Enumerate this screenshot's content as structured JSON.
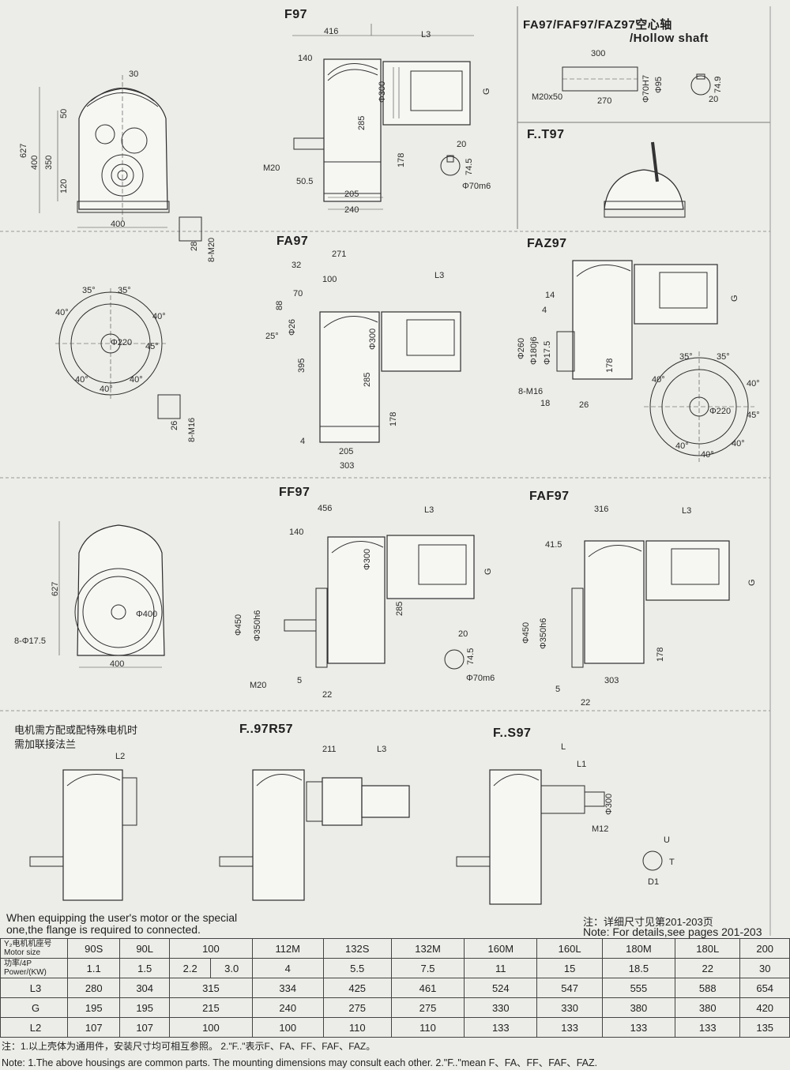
{
  "titles": {
    "f97": "F97",
    "hollow_line1": "FA97/FAF97/FAZ97空心轴",
    "hollow_line2": "/Hollow shaft",
    "ft97": "F..T97",
    "fa97": "FA97",
    "faz97": "FAZ97",
    "ff97": "FF97",
    "faf97": "FAF97",
    "fr57": "F..97R57",
    "fs97": "F..S97"
  },
  "dims": {
    "f97_front": [
      "30",
      "50",
      "627",
      "400",
      "350",
      "120",
      "400",
      "28",
      "8-M20"
    ],
    "f97_side": [
      "416",
      "L3",
      "140",
      "Φ300",
      "G",
      "285",
      "178",
      "M20",
      "50.5",
      "205",
      "240"
    ],
    "f97_key": [
      "20",
      "74.5",
      "Φ70m6"
    ],
    "hollow": [
      "300",
      "M20x50",
      "Φ70H7",
      "Φ95",
      "270",
      "74.9",
      "20"
    ],
    "flange_fa": [
      "35°",
      "35°",
      "40°",
      "40°",
      "Φ220",
      "45°",
      "40°",
      "40°",
      "40°",
      "26",
      "8-M16"
    ],
    "fa97": [
      "32",
      "271",
      "100",
      "L3",
      "70",
      "88",
      "25°",
      "Φ26",
      "Φ300",
      "395",
      "285",
      "178",
      "4",
      "205",
      "303"
    ],
    "faz97": [
      "14",
      "4",
      "G",
      "Φ260",
      "Φ180j6",
      "Φ17.5",
      "178",
      "8-M16",
      "18",
      "26"
    ],
    "flange_faz": [
      "35°",
      "35°",
      "40°",
      "40°",
      "Φ220",
      "45°",
      "40°",
      "40°",
      "40°"
    ],
    "ff97_front": [
      "627",
      "Φ400",
      "8-Φ17.5",
      "400"
    ],
    "ff97_side": [
      "456",
      "L3",
      "140",
      "Φ300",
      "G",
      "Φ450",
      "Φ350h6",
      "285",
      "M20",
      "5",
      "22"
    ],
    "ff97_key": [
      "20",
      "74.5",
      "Φ70m6"
    ],
    "faf97": [
      "316",
      "L3",
      "41.5",
      "G",
      "Φ450",
      "Φ350h6",
      "178",
      "303",
      "5",
      "22"
    ],
    "adapter": [
      "L2"
    ],
    "r57": [
      "211",
      "L3"
    ],
    "s97": [
      "L",
      "L1",
      "Φ300",
      "M12",
      "U",
      "T",
      "D1"
    ]
  },
  "texts": {
    "adapter_cn_1": "电机需方配或配特殊电机时",
    "adapter_cn_2": "需加联接法兰",
    "user_motor_en_1": "When equipping the user's motor or the special",
    "user_motor_en_2": "one,the flange is required to connected.",
    "note_cn": "注：详细尺寸见第201-203页",
    "note_en": "Note: For details,see pages 201-203",
    "footer_cn": "注：1.以上壳体为通用件，安装尺寸均可相互参照。 2.\"F..\"表示F、FA、FF、FAF、FAZ。",
    "footer_en": "Note: 1.The above housings are common parts. The mounting dimensions may consult each other.    2.\"F..\"mean F、FA、FF、FAF、FAZ."
  },
  "table": {
    "row_headers": {
      "motor": [
        "Y₂电机机座号",
        "Motor size"
      ],
      "power": [
        "功率/4P",
        "Power/(KW)"
      ],
      "l3": "L3",
      "g": "G",
      "l2": "L2"
    },
    "motor_sizes": [
      "90S",
      "90L",
      "100",
      "112M",
      "132S",
      "132M",
      "160M",
      "160L",
      "180M",
      "180L",
      "200"
    ],
    "power": [
      "1.1",
      "1.5",
      "2.2",
      "3.0",
      "4",
      "5.5",
      "7.5",
      "11",
      "15",
      "18.5",
      "22",
      "30"
    ],
    "L3": [
      "280",
      "304",
      "315",
      "334",
      "425",
      "461",
      "524",
      "547",
      "555",
      "588",
      "654"
    ],
    "G": [
      "195",
      "195",
      "215",
      "240",
      "275",
      "275",
      "330",
      "330",
      "380",
      "380",
      "420"
    ],
    "L2": [
      "107",
      "107",
      "100",
      "100",
      "110",
      "110",
      "133",
      "133",
      "133",
      "133",
      "135"
    ]
  }
}
